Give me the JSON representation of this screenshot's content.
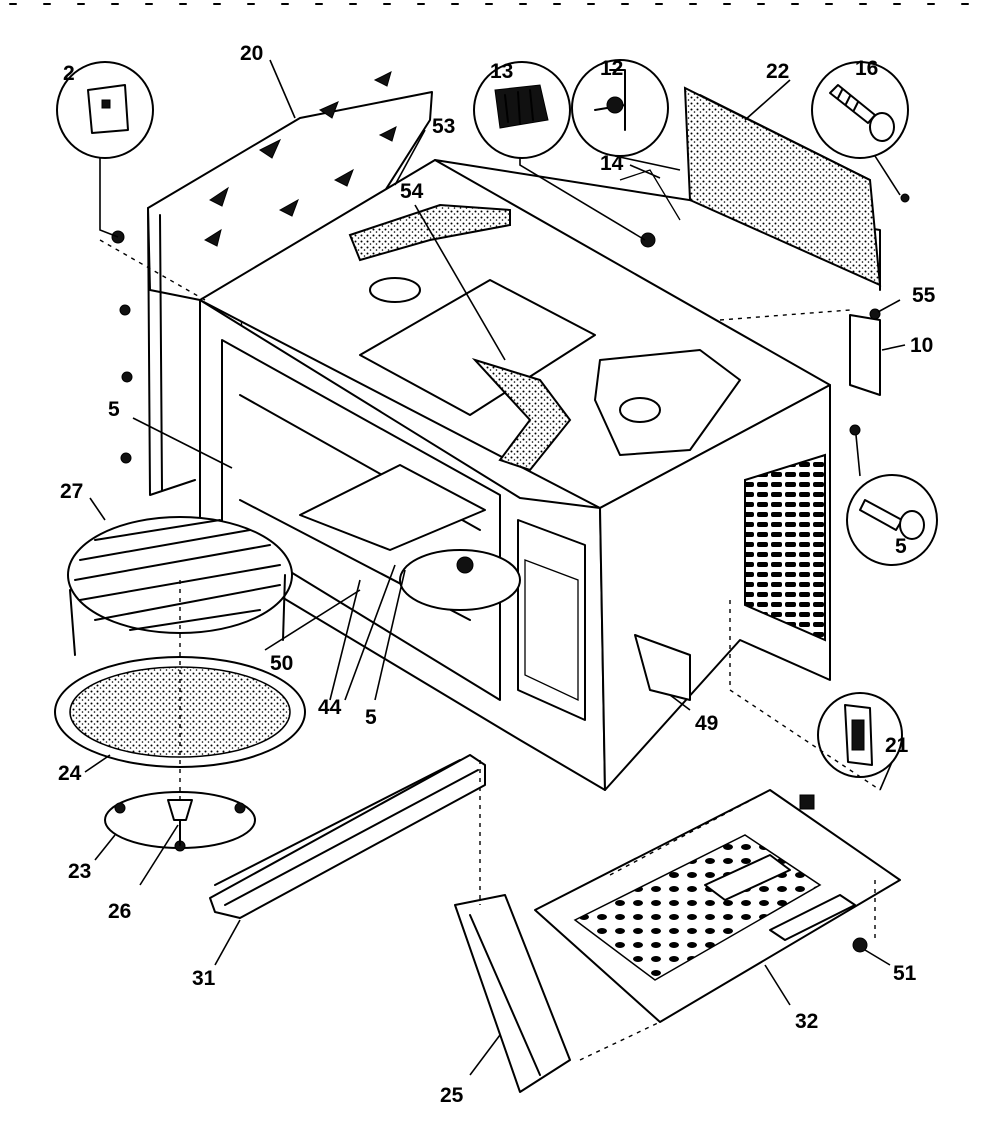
{
  "diagram": {
    "part_labels": [
      "2",
      "20",
      "53",
      "13",
      "12",
      "22",
      "16",
      "14",
      "54",
      "55",
      "10",
      "5",
      "5",
      "27",
      "50",
      "44",
      "5",
      "49",
      "21",
      "24",
      "23",
      "26",
      "31",
      "25",
      "32",
      "51"
    ]
  },
  "colors": {
    "ink": "#000000",
    "paper": "#ffffff"
  },
  "icons": [
    "speckle-texture",
    "screw",
    "clip",
    "knob",
    "grille"
  ]
}
